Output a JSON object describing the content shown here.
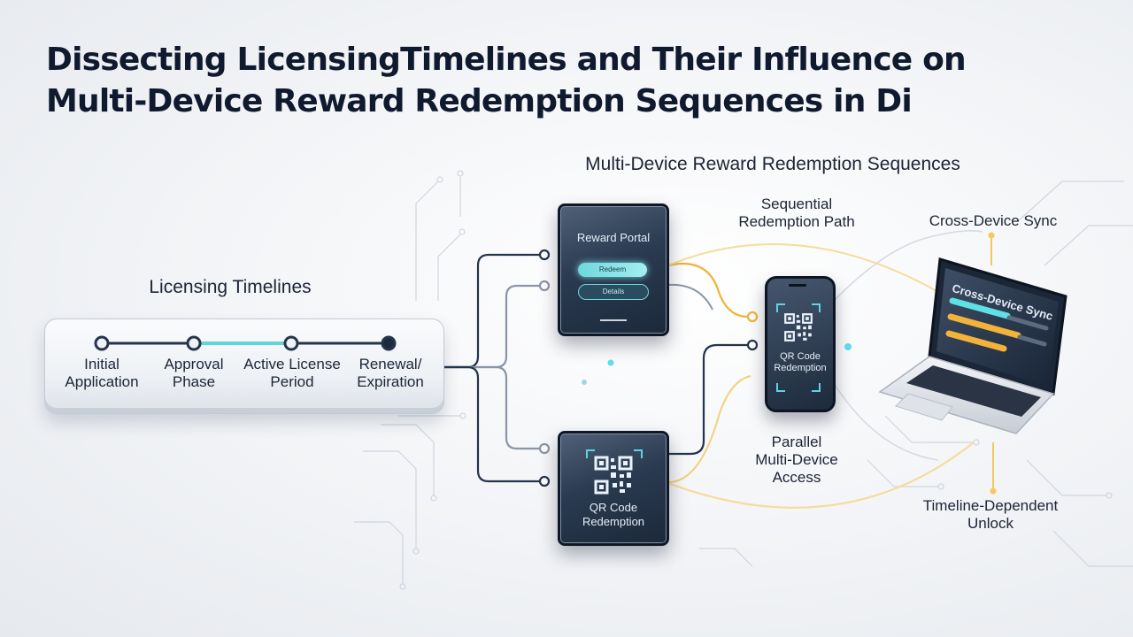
{
  "title": {
    "line1": "Dissecting LicensingTimelines and Their Influence on",
    "line2": "Multi-Device Reward Redemption Sequences in Di"
  },
  "section_heading": "Multi-Device Reward Redemption Sequences",
  "licensing": {
    "heading": "Licensing Timelines",
    "stages": [
      {
        "line1": "Initial",
        "line2": "Application"
      },
      {
        "line1": "Approval",
        "line2": "Phase"
      },
      {
        "line1": "Active License",
        "line2": "Period"
      },
      {
        "line1": "Renewal/",
        "line2": "Expiration"
      }
    ]
  },
  "tablet_top": {
    "title": "Reward Portal",
    "button1": "Redeem",
    "button2": "Details"
  },
  "tablet_bottom": {
    "line1": "QR Code",
    "line2": "Redemption"
  },
  "phone": {
    "line1": "QR Code",
    "line2": "Redemption"
  },
  "laptop": {
    "screen_title": "Cross-Device Sync"
  },
  "annotations": {
    "sequential": {
      "line1": "Sequential",
      "line2": "Redemption Path"
    },
    "cross_device": "Cross-Device Sync",
    "parallel": {
      "line1": "Parallel",
      "line2": "Multi-Device",
      "line3": "Access"
    },
    "timeline_unlock": {
      "line1": "Timeline-Dependent",
      "line2": "Unlock"
    }
  },
  "colors": {
    "dark_navy": "#1f2d42",
    "teal": "#4fd8e0",
    "orange": "#f3b23a",
    "yellow": "#f4c860",
    "gray_wire": "#8a96a6"
  }
}
